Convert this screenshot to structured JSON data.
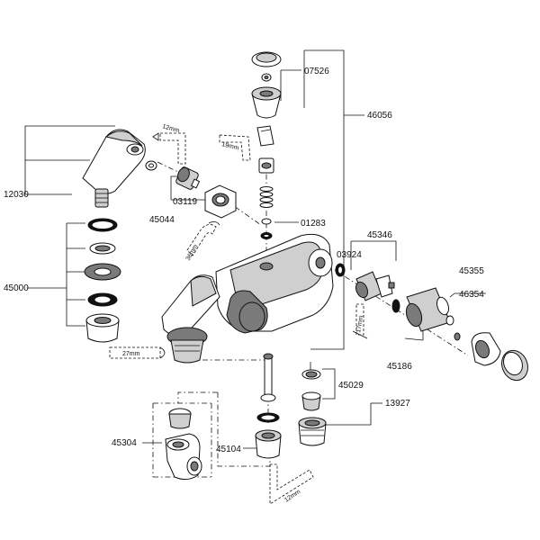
{
  "part_numbers": {
    "p07526": "07526",
    "p46056": "46056",
    "p12030": "12030",
    "p03119": "03119",
    "p45044": "45044",
    "p01283": "01283",
    "p45346": "45346",
    "p03924": "03924",
    "p45355": "45355",
    "p46354": "46354",
    "p45000": "45000",
    "p45186": "45186",
    "p45029": "45029",
    "p13927": "13927",
    "p45304": "45304",
    "p45104": "45104"
  },
  "dimensions": {
    "d12mm_top": "12mm",
    "d19mm": "19mm",
    "d36mm": "36mm",
    "d17mm": "17mm",
    "d27mm": "27mm",
    "d12mm_bottom": "12mm"
  }
}
